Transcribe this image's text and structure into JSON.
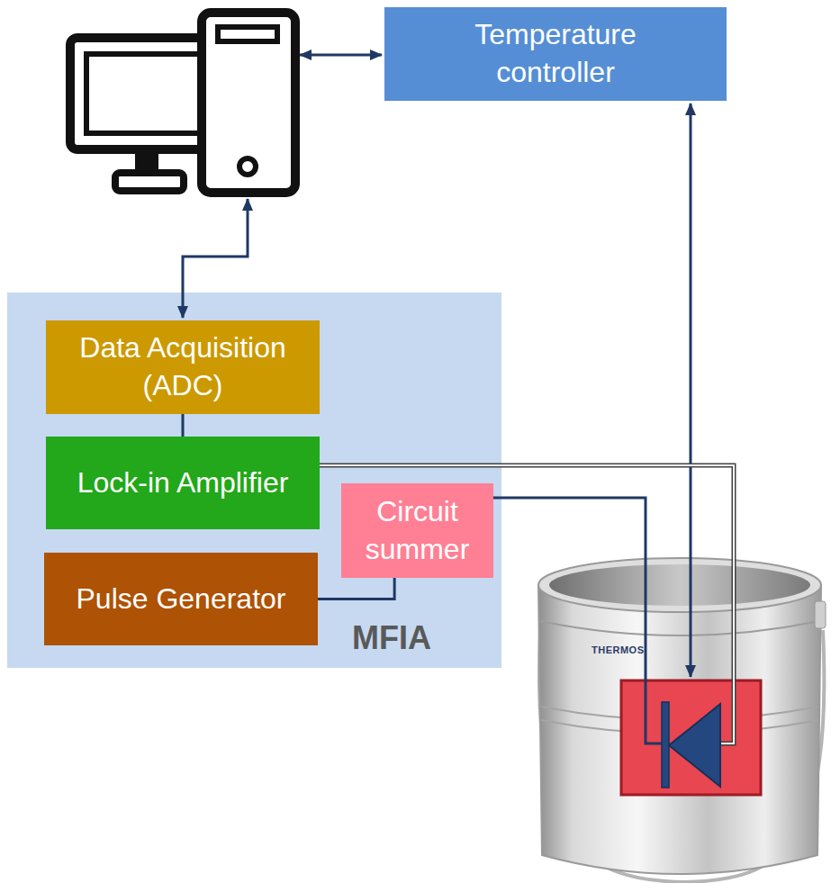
{
  "diagram": {
    "nodes": [
      {
        "text": [
          "Temperature controller"
        ]
      },
      {
        "text": [
          "MFIA"
        ]
      },
      {
        "text": [
          "Data Acquisition (ADC)"
        ],
        "in": 1
      },
      {
        "text": [
          "Lock-in Amplifier"
        ],
        "in": 1
      },
      {
        "text": [
          "Circuit summer"
        ],
        "in": 1
      },
      {
        "text": [
          "Pulse Generator"
        ],
        "in": 1
      }
    ],
    "edges": [
      {
        "from": 2,
        "to": 3,
        "arrow": "none"
      },
      {
        "from": 5,
        "to": 4,
        "arrow": "none"
      }
    ],
    "labels": [
      "THERMOS"
    ]
  }
}
